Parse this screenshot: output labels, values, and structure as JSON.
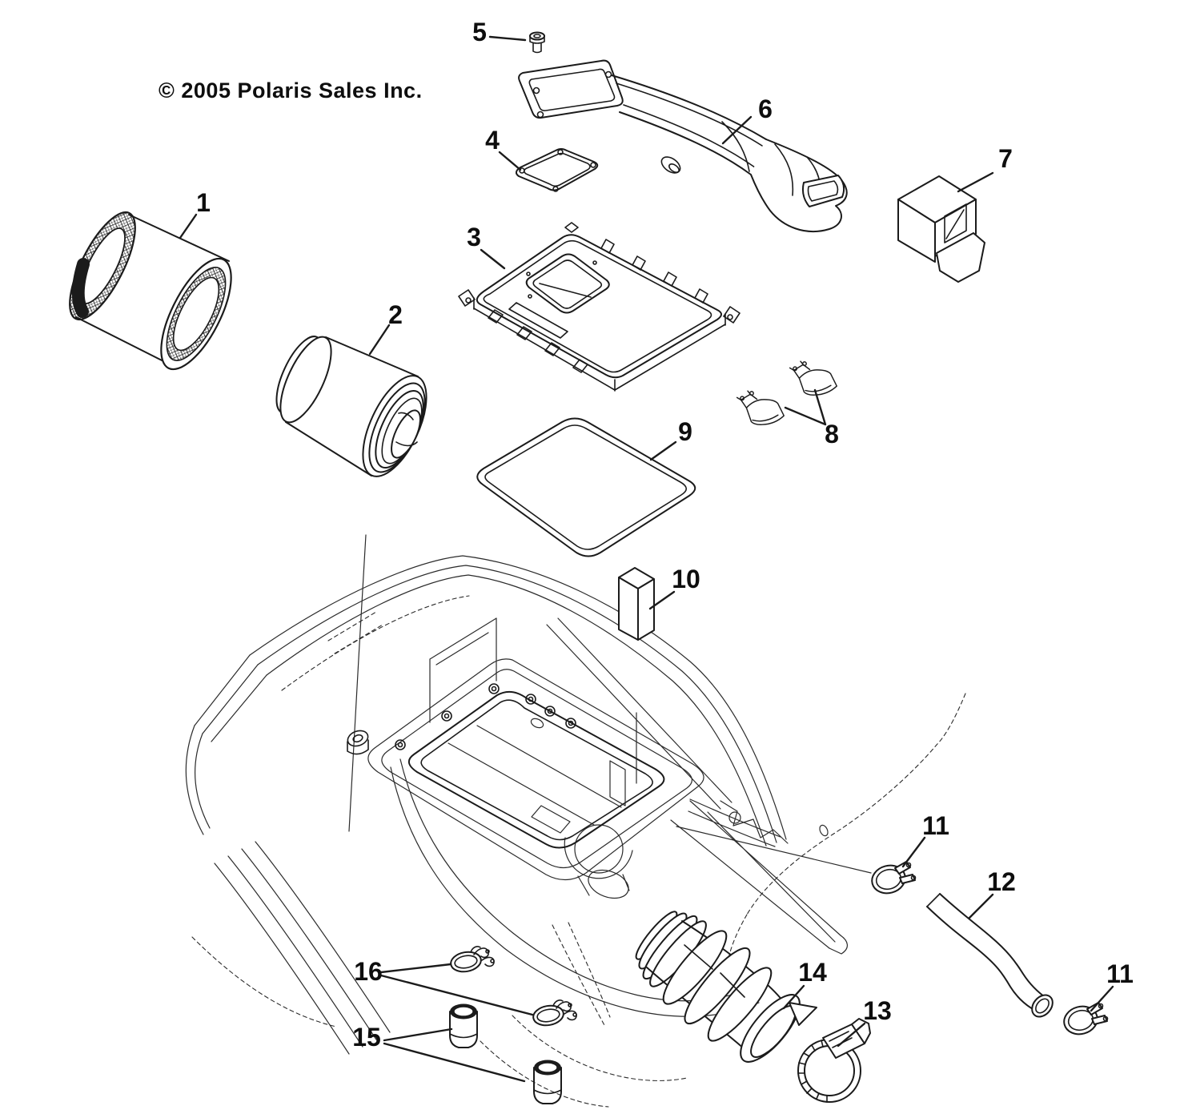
{
  "diagram": {
    "copyright": "© 2005 Polaris Sales Inc.",
    "callouts": [
      "1",
      "2",
      "3",
      "4",
      "5",
      "6",
      "7",
      "8",
      "9",
      "10",
      "11",
      "12",
      "11",
      "13",
      "14",
      "15",
      "16"
    ]
  }
}
